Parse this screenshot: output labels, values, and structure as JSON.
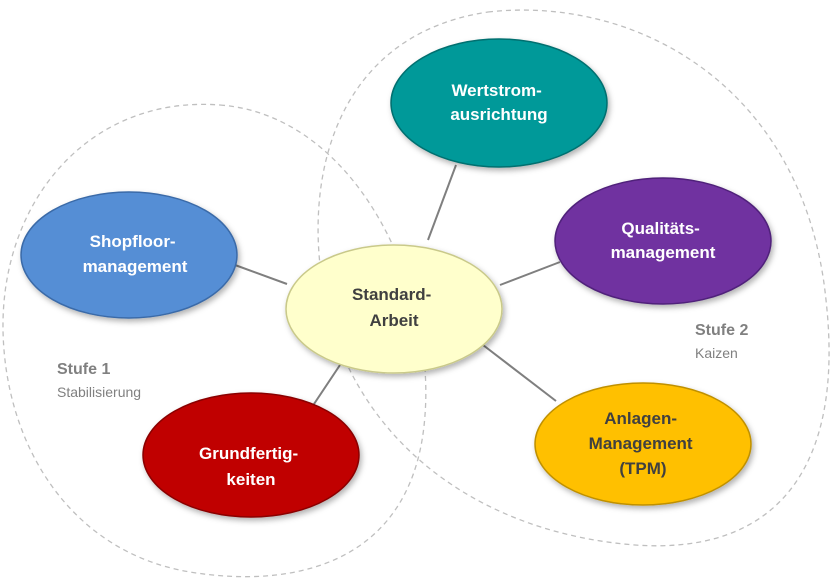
{
  "stages": [
    {
      "id": "stage1",
      "title": "Stufe 1",
      "subtitle": "Stabilisierung",
      "color": "#808080"
    },
    {
      "id": "stage2",
      "title": "Stufe 2",
      "subtitle": "Kaizen",
      "color": "#808080"
    }
  ],
  "center": {
    "id": "standard",
    "lines": [
      "Standard-",
      "Arbeit"
    ],
    "fill": "#FFFFCC",
    "stroke": "#C9C98A",
    "text_color": "#404040"
  },
  "nodes": [
    {
      "id": "wertstrom",
      "lines": [
        "Wertstrom-",
        "ausrichtung"
      ],
      "fill": "#009999",
      "stroke": "#006F6F",
      "text_color": "#ffffff"
    },
    {
      "id": "qualitaet",
      "lines": [
        "Qualitäts-",
        "management"
      ],
      "fill": "#7030A0",
      "stroke": "#50207A",
      "text_color": "#ffffff"
    },
    {
      "id": "anlagen",
      "lines": [
        "Anlagen-",
        "Management",
        "(TPM)"
      ],
      "fill": "#FFC000",
      "stroke": "#BF9000",
      "text_color": "#404040"
    },
    {
      "id": "grund",
      "lines": [
        "Grundfertig-",
        "keiten"
      ],
      "fill": "#C00000",
      "stroke": "#8A0000",
      "text_color": "#ffffff"
    },
    {
      "id": "shopfloor",
      "lines": [
        "Shopfloor-",
        "management"
      ],
      "fill": "#558ED5",
      "stroke": "#3A6BA8",
      "text_color": "#ffffff"
    }
  ],
  "colors": {
    "connector": "#7F7F7F",
    "dashed_boundary": "#BFBFBF"
  }
}
